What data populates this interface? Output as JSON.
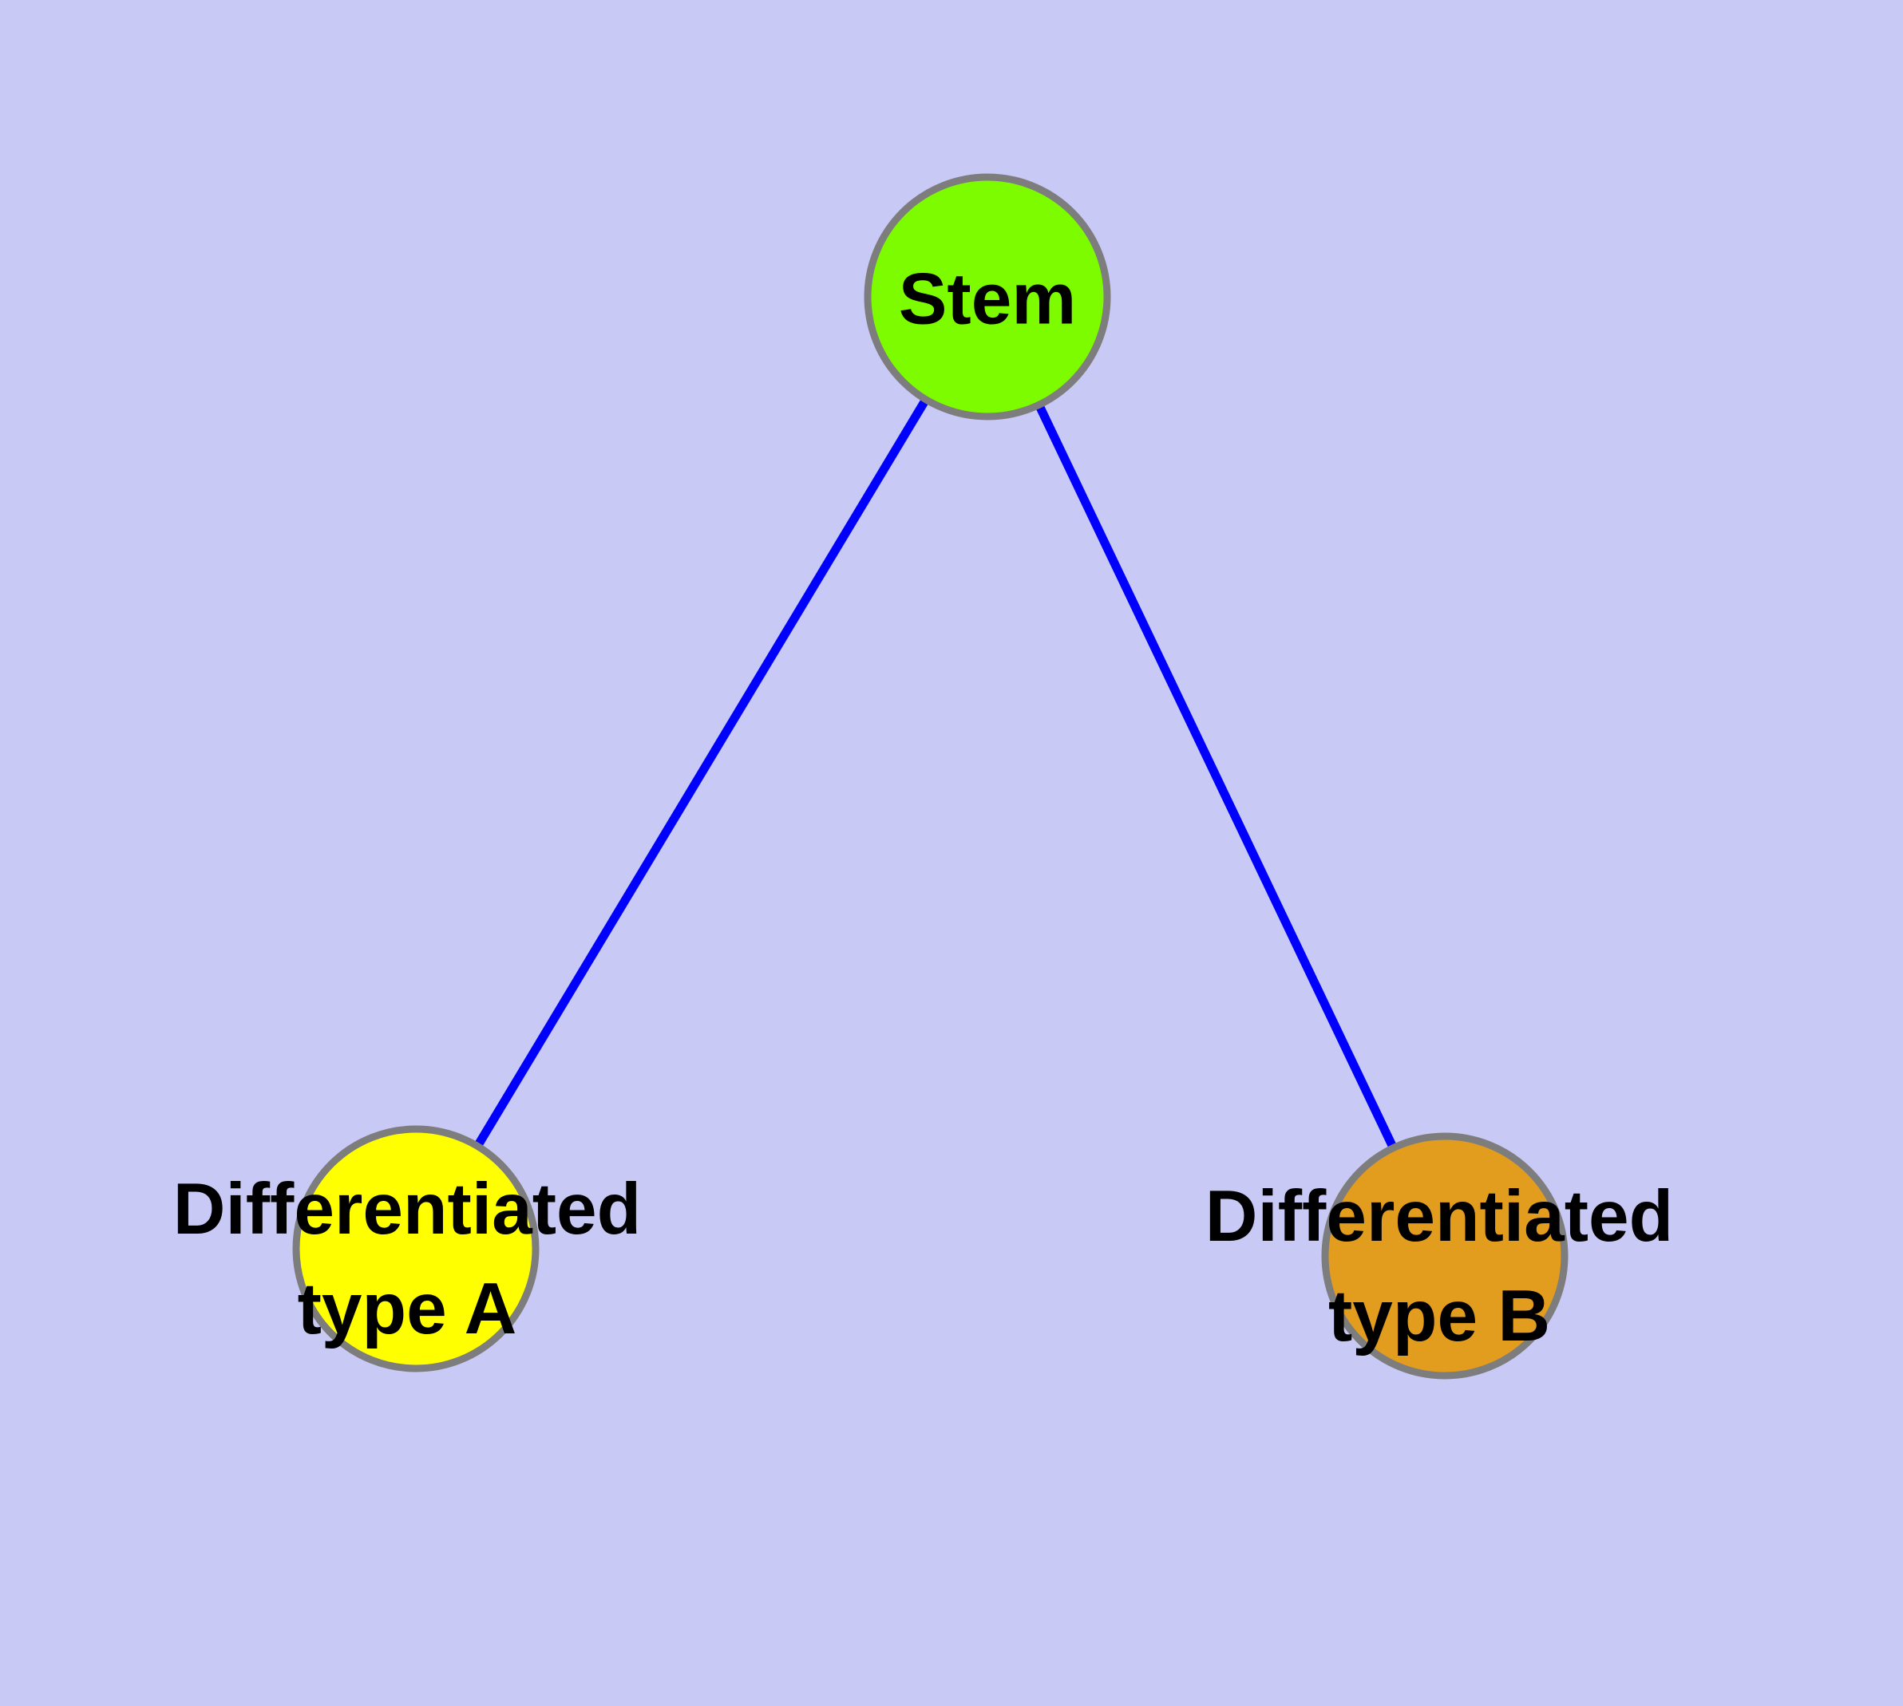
{
  "diagram": {
    "background_color": "#c9c9f6",
    "edge_color": "#0000ff",
    "node_border_color": "#7d7d7d",
    "label_color": "#000000",
    "nodes": [
      {
        "id": "stem",
        "label": "Stem",
        "fill_color": "#7dfc00"
      },
      {
        "id": "differentiated-type-a",
        "label_line1": "Differentiated",
        "label_line2": "type A",
        "fill_color": "#ffff00"
      },
      {
        "id": "differentiated-type-b",
        "label_line1": "Differentiated",
        "label_line2": "type B",
        "fill_color": "#e39d1e"
      }
    ],
    "edges": [
      {
        "from": "Stem",
        "to": "Differentiated type A"
      },
      {
        "from": "Stem",
        "to": "Differentiated type B"
      }
    ]
  }
}
